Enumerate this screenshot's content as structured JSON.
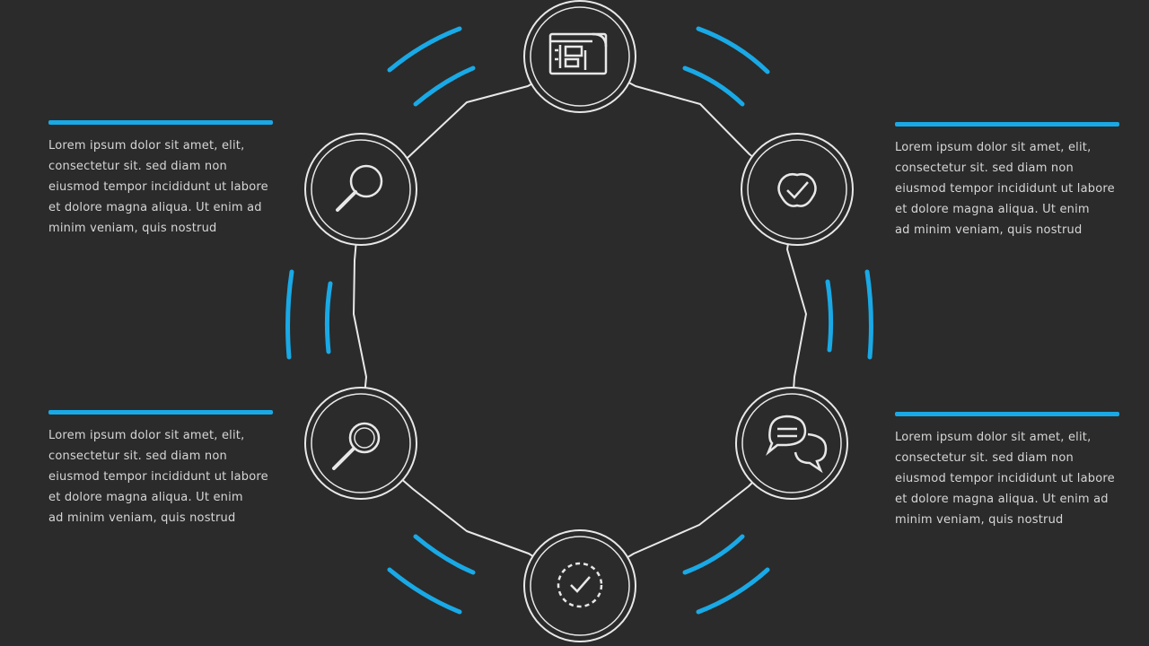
{
  "colors": {
    "background": "#2b2b2b",
    "accent": "#19a9e6",
    "line": "#e8e8e8",
    "text": "#d6d6d6"
  },
  "text_blocks": {
    "top_left": {
      "lines": [
        "Lorem ipsum dolor sit amet, elit,",
        "consectetur sit. sed diam non",
        "eiusmod tempor incididunt ut labore",
        "et dolore magna aliqua. Ut enim ad",
        "minim veniam, quis nostrud"
      ]
    },
    "top_right": {
      "lines": [
        "Lorem ipsum dolor sit amet, elit,",
        "consectetur sit. sed diam non",
        "eiusmod tempor incididunt ut labore",
        "et dolore magna aliqua. Ut enim",
        "ad minim veniam, quis nostrud"
      ]
    },
    "bottom_left": {
      "lines": [
        "Lorem ipsum dolor sit amet, elit,",
        "consectetur sit. sed diam non",
        "eiusmod tempor incididunt ut labore",
        "et dolore magna aliqua. Ut enim",
        "ad minim veniam, quis nostrud"
      ]
    },
    "bottom_right": {
      "lines": [
        "Lorem ipsum dolor sit amet, elit,",
        "consectetur sit. sed diam non",
        "eiusmod tempor incididunt ut labore",
        "et dolore magna aliqua. Ut enim ad",
        "minim veniam, quis nostrud"
      ]
    }
  },
  "nodes": [
    {
      "id": "top",
      "icon": "blueprint-icon"
    },
    {
      "id": "upper-right",
      "icon": "checkmark-badge-icon"
    },
    {
      "id": "lower-right",
      "icon": "chat-bubbles-icon"
    },
    {
      "id": "bottom",
      "icon": "dashed-check-circle-icon"
    },
    {
      "id": "lower-left",
      "icon": "magnifier-icon"
    },
    {
      "id": "upper-left",
      "icon": "magnifier-icon"
    }
  ]
}
